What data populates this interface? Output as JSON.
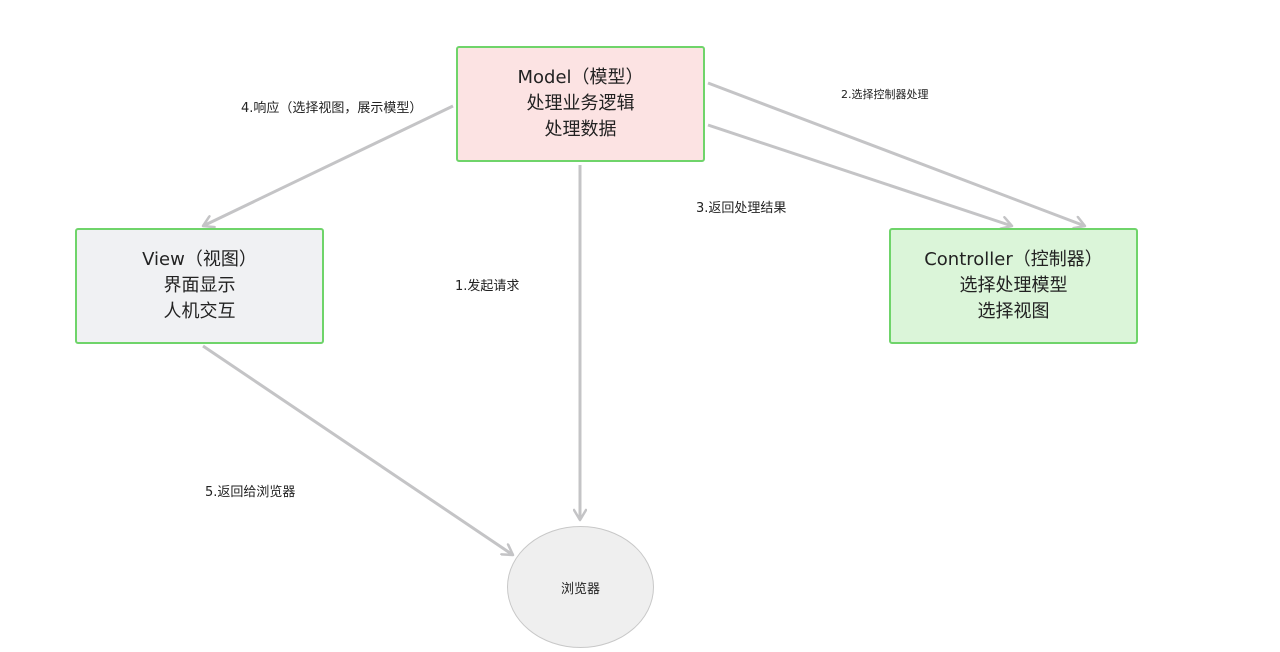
{
  "nodes": {
    "model": {
      "lines": [
        "Model（模型）",
        "处理业务逻辑",
        "处理数据"
      ]
    },
    "view": {
      "lines": [
        "View（视图）",
        "界面显示",
        "人机交互"
      ]
    },
    "controller": {
      "lines": [
        "Controller（控制器）",
        "选择处理模型",
        "选择视图"
      ]
    },
    "browser": {
      "label": "浏览器"
    }
  },
  "edges": {
    "e1": {
      "label": "1.发起请求"
    },
    "e2": {
      "label": "2.选择控制器处理"
    },
    "e3": {
      "label": "3.返回处理结果"
    },
    "e4": {
      "label": "4.响应（选择视图，展示模型）"
    },
    "e5": {
      "label": "5.返回给浏览器"
    }
  },
  "colors": {
    "model_fill": "#fce3e3",
    "view_fill": "#f0f1f3",
    "controller_fill": "#dbf5d9",
    "node_border": "#6fd46a",
    "arrow": "#c4c4c6",
    "browser_fill": "#efefef"
  }
}
